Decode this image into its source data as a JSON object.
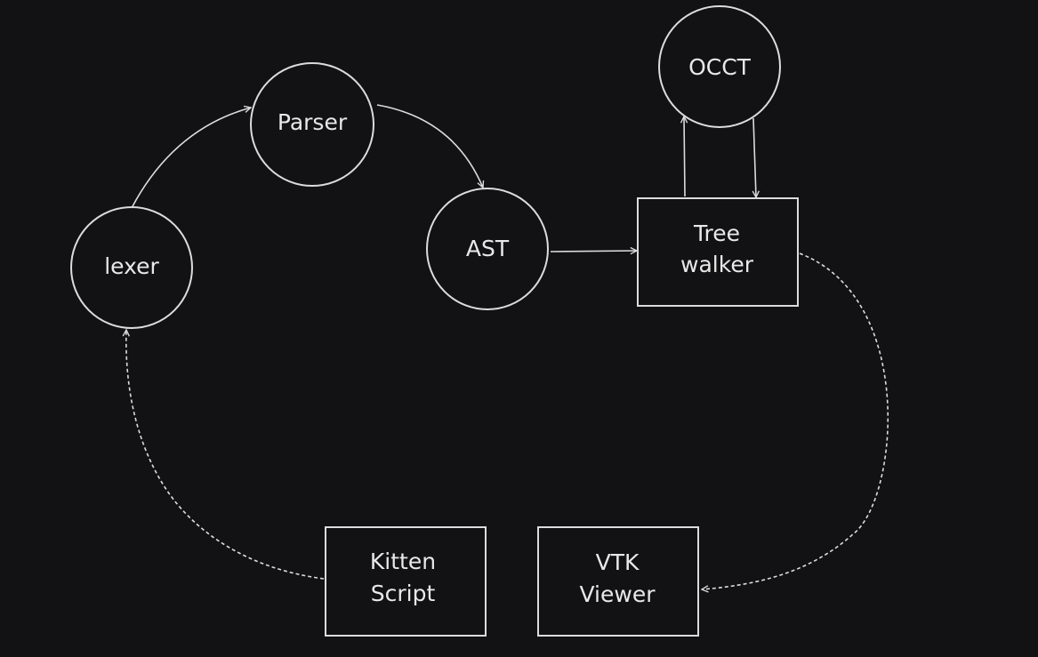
{
  "nodes": {
    "lexer": {
      "label": "lexer"
    },
    "parser": {
      "label": "Parser"
    },
    "ast": {
      "label": "AST"
    },
    "occt": {
      "label": "OCCT"
    },
    "tree_walker": {
      "line1": "Tree",
      "line2": "walker"
    },
    "kitten_script": {
      "line1": "Kitten",
      "line2": "Script"
    },
    "vtk_viewer": {
      "line1": "VTK",
      "line2": "Viewer"
    }
  },
  "colors": {
    "background": "#121214",
    "stroke": "#dcdcdc",
    "text": "#e8e8e8"
  }
}
